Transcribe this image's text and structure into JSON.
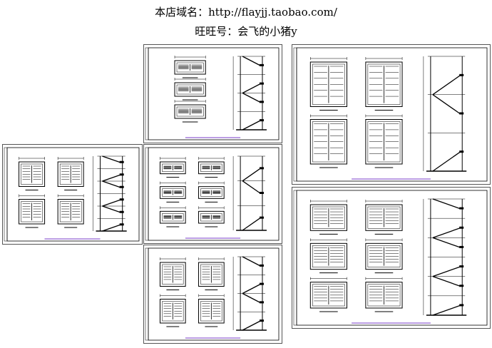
{
  "header": {
    "store_line": "本店域名：http://flayjj.taobao.com/",
    "wangwang_line": "旺旺号：会飞的小猪y"
  },
  "colors": {
    "line": "#000000",
    "frame": "#555555",
    "accent": "#7a3cc8",
    "background": "#ffffff"
  },
  "sheets": [
    {
      "id": "sheet-1",
      "plans": 3,
      "plan_layout": "column",
      "flights": 4
    },
    {
      "id": "sheet-2",
      "plans": 4,
      "plan_layout": "grid",
      "flights": 6
    },
    {
      "id": "sheet-3",
      "plans": 6,
      "plan_layout": "grid",
      "flights": 3
    },
    {
      "id": "sheet-4",
      "plans": 4,
      "plan_layout": "grid",
      "flights": 4
    },
    {
      "id": "sheet-5",
      "plans": 4,
      "plan_layout": "grid",
      "flights": 3
    },
    {
      "id": "sheet-6",
      "plans": 6,
      "plan_layout": "grid",
      "flights": 6
    }
  ]
}
